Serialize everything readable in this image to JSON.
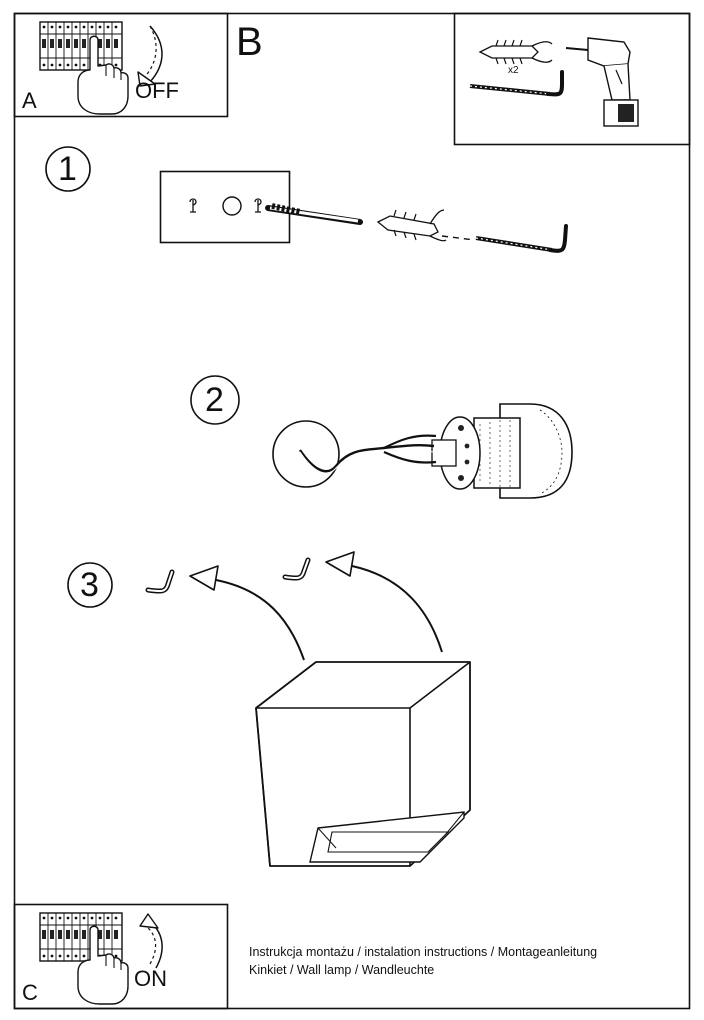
{
  "panels": {
    "a": {
      "letter": "A",
      "action": "OFF"
    },
    "b": {
      "letter": "B",
      "count": "x2"
    },
    "c": {
      "letter": "C",
      "action": "ON"
    }
  },
  "steps": [
    "1",
    "2",
    "3"
  ],
  "caption": {
    "line1": "Instrukcja montażu / instalation instructions / Montageanleitung",
    "line2": "Kinkiet / Wall lamp / Wandleuchte"
  }
}
